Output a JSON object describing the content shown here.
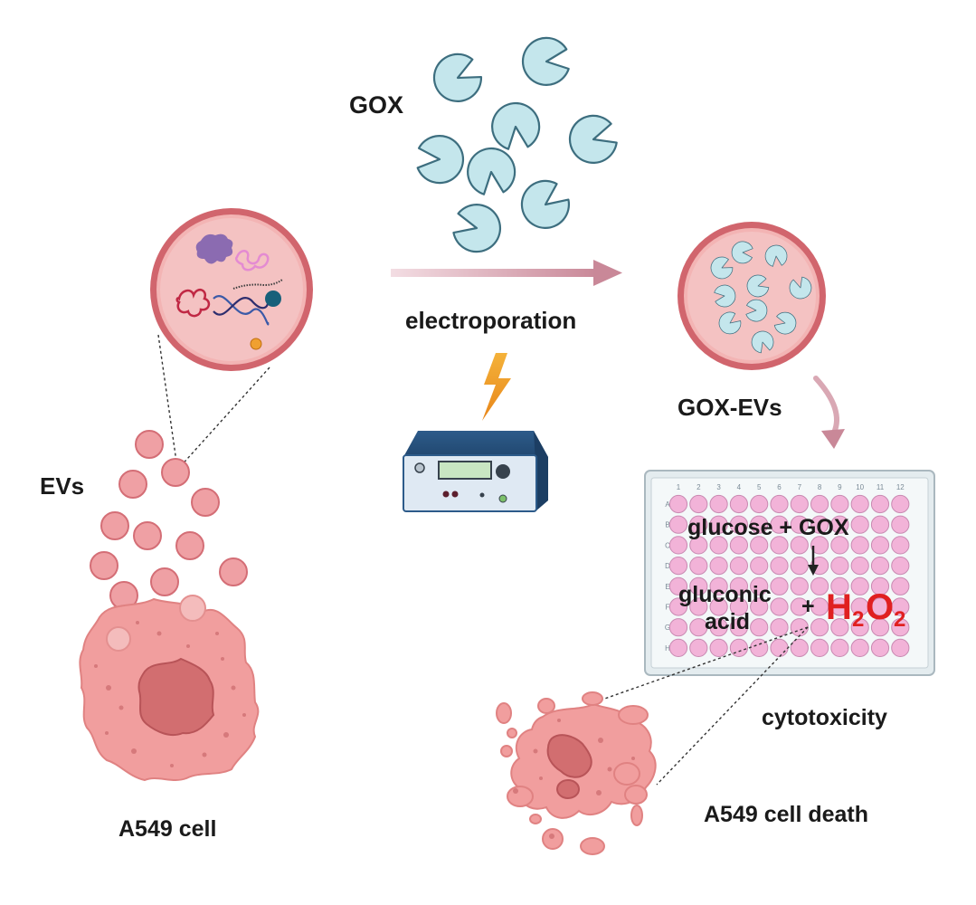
{
  "labels": {
    "gox": "GOX",
    "electroporation": "electroporation",
    "gox_evs": "GOX-EVs",
    "evs": "EVs",
    "a549_cell": "A549 cell",
    "cytotoxicity": "cytotoxicity",
    "a549_cell_death": "A549 cell death"
  },
  "plate": {
    "columns": [
      "1",
      "2",
      "3",
      "4",
      "5",
      "6",
      "7",
      "8",
      "9",
      "10",
      "11",
      "12"
    ],
    "rows": [
      "A",
      "B",
      "C",
      "D",
      "E",
      "F",
      "G",
      "H"
    ],
    "reaction": {
      "line1": "glucose + GOX",
      "product1_line1": "gluconic",
      "product1_line2": "acid",
      "plus": "+",
      "h": "H",
      "sub2a": "2",
      "o": "O",
      "sub2b": "2"
    }
  },
  "colors": {
    "ev_membrane": "#d46e76",
    "ev_fill": "#f4c2c2",
    "gox": "#c4e6ec",
    "arrow": "#c98898",
    "lightning": "#f2a32a",
    "h2o2": "#e02020",
    "well": "#f2b3d8"
  },
  "icons": [
    "gox-enzyme-icon",
    "lightning-icon",
    "electroporator-icon",
    "well-plate-icon",
    "cell-icon",
    "dying-cell-icon"
  ]
}
